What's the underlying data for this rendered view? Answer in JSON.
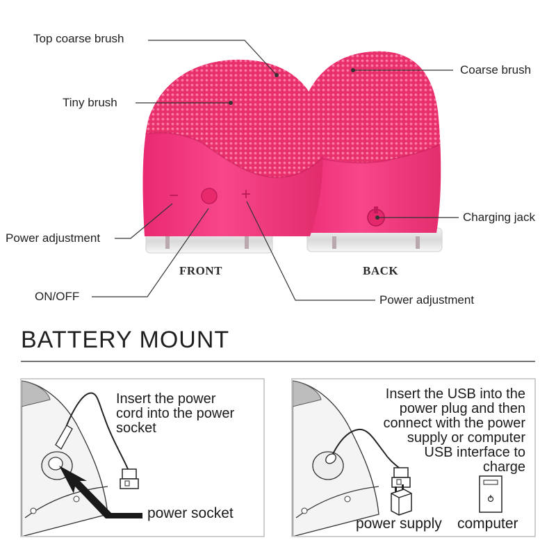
{
  "labels": {
    "top_coarse_brush": "Top coarse brush",
    "tiny_brush": "Tiny brush",
    "coarse_brush": "Coarse brush",
    "charging_jack": "Charging jack",
    "power_adjustment_left": "Power adjustment",
    "on_off": "ON/OFF",
    "power_adjustment_right": "Power adjustment"
  },
  "views": {
    "front": "FRONT",
    "back": "BACK"
  },
  "front_buttons": {
    "minus": "−",
    "plus": "+"
  },
  "section_title": "BATTERY MOUNT",
  "panel_left": {
    "lines": [
      "Insert the power",
      "cord into the power",
      "socket"
    ],
    "caption": "power socket"
  },
  "panel_right": {
    "lines": [
      "Insert the USB into the",
      "power plug and then",
      "connect with the power",
      "supply or computer",
      "USB interface to",
      "charge"
    ],
    "caption_supply": "power supply",
    "caption_computer": "computer"
  },
  "colors": {
    "body_pink": "#f0367e",
    "brush_pink": "#e8336f",
    "base_clear": "#e6e6e6",
    "leader_line": "#333333"
  },
  "icons": [
    "power-icon",
    "usb-plug-icon",
    "arrow-icon"
  ]
}
